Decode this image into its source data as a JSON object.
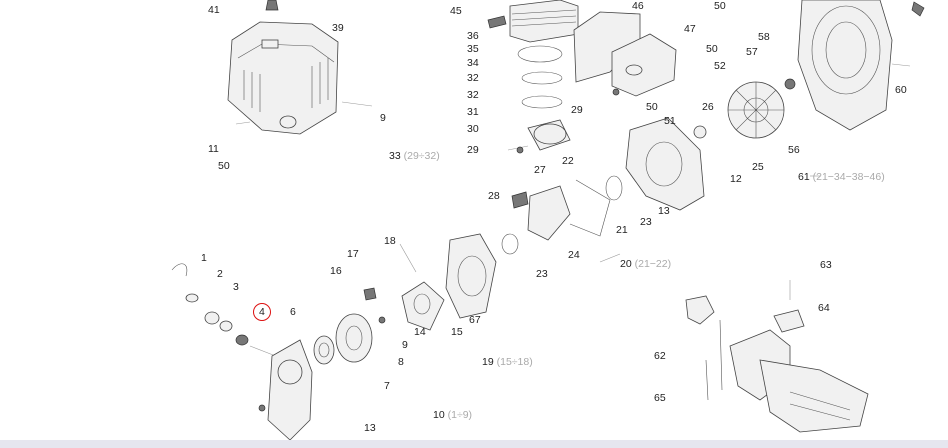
{
  "labels": [
    {
      "id": "41",
      "text": "41"
    },
    {
      "id": "39",
      "text": "39"
    },
    {
      "id": "9a",
      "text": "9"
    },
    {
      "id": "11",
      "text": "11"
    },
    {
      "id": "50a",
      "text": "50"
    },
    {
      "id": "45",
      "text": "45"
    },
    {
      "id": "36",
      "text": "36"
    },
    {
      "id": "35",
      "text": "35"
    },
    {
      "id": "34",
      "text": "34"
    },
    {
      "id": "32a",
      "text": "32"
    },
    {
      "id": "32b",
      "text": "32"
    },
    {
      "id": "31",
      "text": "31"
    },
    {
      "id": "30",
      "text": "30"
    },
    {
      "id": "29a",
      "text": "29"
    },
    {
      "id": "29b",
      "text": "29"
    },
    {
      "id": "27",
      "text": "27"
    },
    {
      "id": "28",
      "text": "28"
    },
    {
      "id": "22",
      "text": "22"
    },
    {
      "id": "46",
      "text": "46"
    },
    {
      "id": "47",
      "text": "47"
    },
    {
      "id": "50b",
      "text": "50"
    },
    {
      "id": "52",
      "text": "52"
    },
    {
      "id": "50c",
      "text": "50"
    },
    {
      "id": "51",
      "text": "51"
    },
    {
      "id": "26",
      "text": "26"
    },
    {
      "id": "50d",
      "text": "50"
    },
    {
      "id": "58",
      "text": "58"
    },
    {
      "id": "57",
      "text": "57"
    },
    {
      "id": "56",
      "text": "56"
    },
    {
      "id": "25",
      "text": "25"
    },
    {
      "id": "12",
      "text": "12"
    },
    {
      "id": "13a",
      "text": "13"
    },
    {
      "id": "23a",
      "text": "23"
    },
    {
      "id": "21",
      "text": "21"
    },
    {
      "id": "24",
      "text": "24"
    },
    {
      "id": "23b",
      "text": "23"
    },
    {
      "id": "60",
      "text": "60"
    },
    {
      "id": "1",
      "text": "1"
    },
    {
      "id": "2",
      "text": "2"
    },
    {
      "id": "3",
      "text": "3"
    },
    {
      "id": "4",
      "text": "4"
    },
    {
      "id": "6",
      "text": "6"
    },
    {
      "id": "17",
      "text": "17"
    },
    {
      "id": "18",
      "text": "18"
    },
    {
      "id": "16",
      "text": "16"
    },
    {
      "id": "9b",
      "text": "9"
    },
    {
      "id": "8",
      "text": "8"
    },
    {
      "id": "7",
      "text": "7"
    },
    {
      "id": "14",
      "text": "14"
    },
    {
      "id": "15",
      "text": "15"
    },
    {
      "id": "67",
      "text": "67"
    },
    {
      "id": "13b",
      "text": "13"
    },
    {
      "id": "63",
      "text": "63"
    },
    {
      "id": "64",
      "text": "64"
    },
    {
      "id": "62",
      "text": "62"
    },
    {
      "id": "65",
      "text": "65"
    }
  ],
  "groups": [
    {
      "id": "33",
      "text": "33",
      "range": "(29÷32)"
    },
    {
      "id": "61",
      "text": "61",
      "range": "(21−34−38−46)"
    },
    {
      "id": "20",
      "text": "20",
      "range": "(21−22)"
    },
    {
      "id": "19",
      "text": "19",
      "range": "(15÷18)"
    },
    {
      "id": "10",
      "text": "10",
      "range": "(1÷9)"
    }
  ],
  "selected": "4"
}
